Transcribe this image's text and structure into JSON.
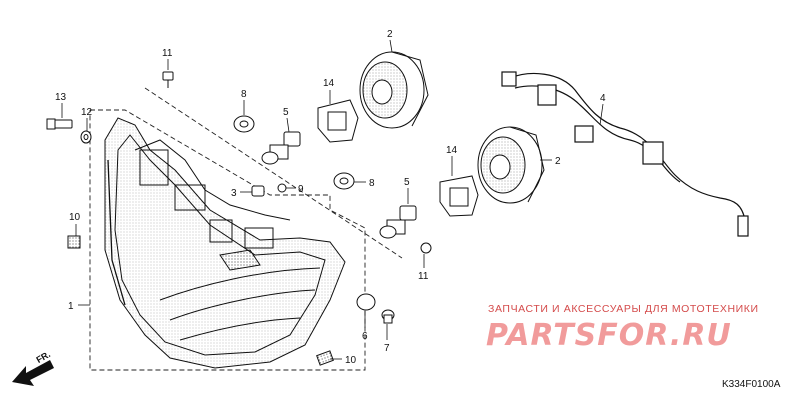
{
  "callouts": [
    {
      "id": "c11a",
      "label": "11"
    },
    {
      "id": "c13",
      "label": "13"
    },
    {
      "id": "c12",
      "label": "12"
    },
    {
      "id": "c8a",
      "label": "8"
    },
    {
      "id": "c5a",
      "label": "5"
    },
    {
      "id": "c14a",
      "label": "14"
    },
    {
      "id": "c2a",
      "label": "2"
    },
    {
      "id": "c4",
      "label": "4"
    },
    {
      "id": "c10a",
      "label": "10"
    },
    {
      "id": "c3",
      "label": "3"
    },
    {
      "id": "c9",
      "label": "9"
    },
    {
      "id": "c8b",
      "label": "8"
    },
    {
      "id": "c14b",
      "label": "14"
    },
    {
      "id": "c5b",
      "label": "5"
    },
    {
      "id": "c2b",
      "label": "2"
    },
    {
      "id": "c11b",
      "label": "11"
    },
    {
      "id": "c1",
      "label": "1"
    },
    {
      "id": "c6",
      "label": "6"
    },
    {
      "id": "c7",
      "label": "7"
    },
    {
      "id": "c10b",
      "label": "10"
    }
  ],
  "watermark": {
    "line1": "ЗАПЧАСТИ И АКСЕССУАРЫ ДЛЯ МОТОТЕХНИКИ",
    "line2": "PARTSFOR.RU"
  },
  "diagram_code": "K334F0100A",
  "front_arrow_label": "FR.",
  "colors": {
    "line": "#111111",
    "watermark_text": "#d44b4b",
    "watermark_logo": "#ef8a8a"
  }
}
